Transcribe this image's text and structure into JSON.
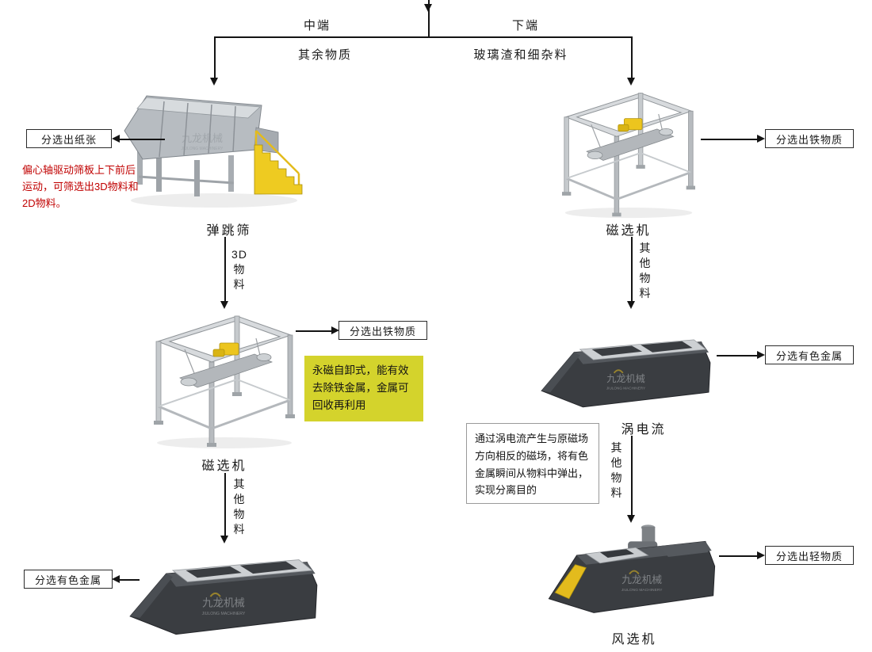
{
  "watermark": {
    "cn": "九龙机械",
    "en": "JIULONG MACHINERY"
  },
  "split": {
    "middle_label": "中端",
    "lower_label": "下端",
    "middle_material": "其余物质",
    "lower_material": "玻璃渣和细杂料"
  },
  "left_col": {
    "bounce": {
      "name": "弹跳筛",
      "output": "分选出纸张",
      "note": "偏心轴驱动筛板上下前后运动，可筛选出3D物料和2D物料。",
      "down": "3D\n物\n料"
    },
    "magnetic": {
      "name": "磁选机",
      "output": "分选出铁物质",
      "note": "永磁自卸式，能有效去除铁金属，金属可回收再利用",
      "down": "其\n他\n物\n料"
    },
    "eddy": {
      "output": "分选有色金属"
    }
  },
  "right_col": {
    "magnetic": {
      "name": "磁选机",
      "output": "分选出铁物质",
      "down": "其\n他\n物\n料"
    },
    "eddy": {
      "name": "涡电流",
      "output": "分选有色金属",
      "note": "通过涡电流产生与原磁场方向相反的磁场，将有色金属瞬间从物料中弹出，实现分离目的",
      "down": "其\n他\n物\n料"
    },
    "air": {
      "name": "风选机",
      "output": "分选出轻物质"
    }
  }
}
